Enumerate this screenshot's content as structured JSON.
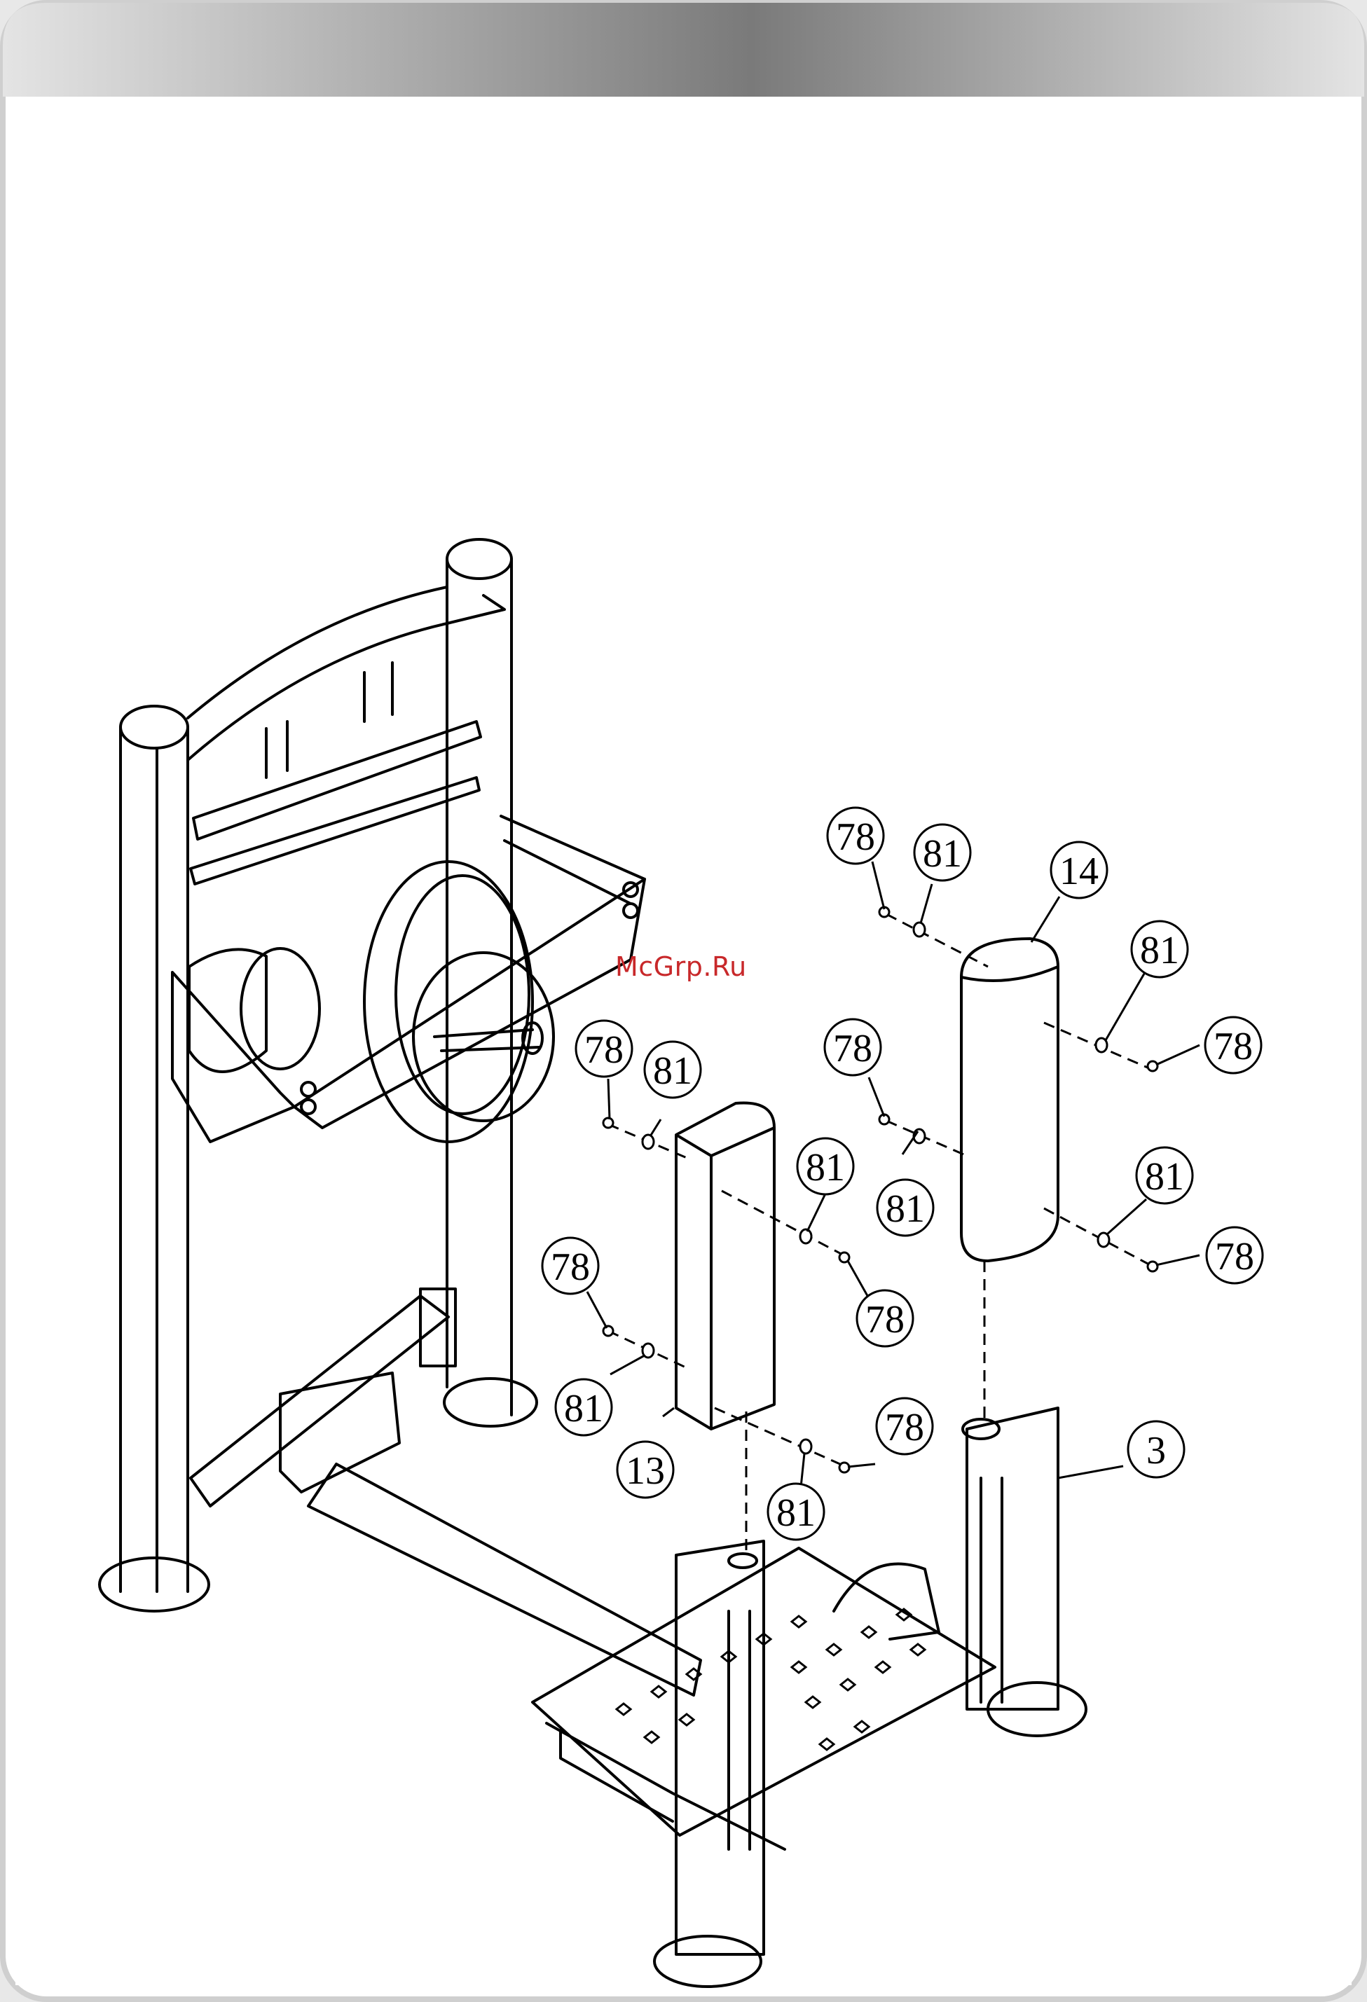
{
  "watermark": {
    "text": "McGrp.Ru",
    "color": "#c8282a"
  },
  "colors": {
    "line": "#000000",
    "paper": "#ffffff",
    "frame": "#d0d0d0"
  },
  "callouts": [
    {
      "id": "c78-a",
      "label": "78"
    },
    {
      "id": "c81-a",
      "label": "81"
    },
    {
      "id": "c14",
      "label": "14"
    },
    {
      "id": "c81-b",
      "label": "81"
    },
    {
      "id": "c78-b",
      "label": "78"
    },
    {
      "id": "c78-c",
      "label": "78"
    },
    {
      "id": "c81-c",
      "label": "81"
    },
    {
      "id": "c81-d",
      "label": "81"
    },
    {
      "id": "c78-d",
      "label": "78"
    },
    {
      "id": "c78-e",
      "label": "78"
    },
    {
      "id": "c81-e",
      "label": "81"
    },
    {
      "id": "c81-f",
      "label": "81"
    },
    {
      "id": "c78-f",
      "label": "78"
    },
    {
      "id": "c78-g",
      "label": "78"
    },
    {
      "id": "c81-g",
      "label": "81"
    },
    {
      "id": "c13",
      "label": "13"
    },
    {
      "id": "c78-h",
      "label": "78"
    },
    {
      "id": "c81-h",
      "label": "81"
    },
    {
      "id": "c3",
      "label": "3"
    }
  ]
}
